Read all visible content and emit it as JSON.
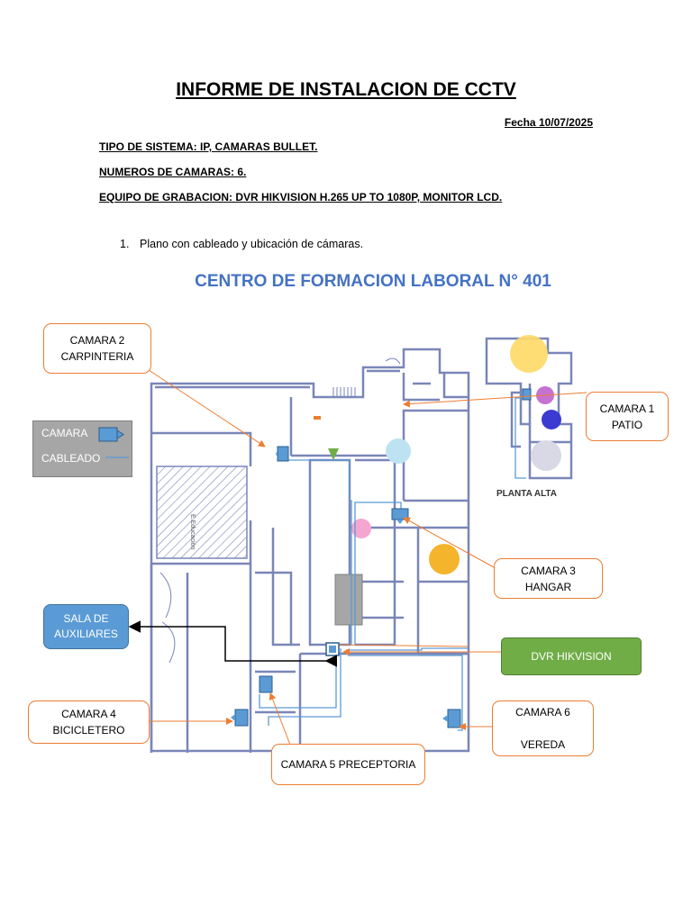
{
  "document": {
    "title": "INFORME DE INSTALACION DE CCTV",
    "date": "Fecha 10/07/2025",
    "system_type": "TIPO DE SISTEMA: IP, CAMARAS BULLET.",
    "camera_count": "NUMEROS DE CAMARAS: 6.",
    "recording_equipment": "EQUIPO DE GRABACION: DVR HIKVISION H.265 UP TO 1080P, MONITOR LCD.",
    "list_number": "1.",
    "list_item": "Plano con cableado y ubicación de cámaras."
  },
  "plan": {
    "heading": "CENTRO DE FORMACION LABORAL N° 401",
    "floor_label": "PLANTA ALTA",
    "room_label": "E.Educación"
  },
  "legend": {
    "camera_label": "CAMARA",
    "cable_label": "CABLEADO",
    "camera_icon": "camera-icon"
  },
  "callouts": {
    "cam1": "CAMARA 1\nPATIO",
    "cam2": "CAMARA 2\nCARPINTERIA",
    "cam3": "CAMARA 3\nHANGAR",
    "cam4": "CAMARA 4\nBICICLETERO",
    "cam5": "CAMARA 5 PRECEPTORIA",
    "cam6": "CAMARA 6\n\nVEREDA",
    "sala": "SALA DE\nAUXILIARES",
    "dvr": "DVR HIKVISION"
  },
  "colors": {
    "callout_border": "#ed7d31",
    "heading_blue": "#4472c4",
    "camera_blue": "#5b9bd5",
    "dvr_green": "#70ad47",
    "legend_gray": "#a6a6a6",
    "wall_blue": "#7a86b8"
  }
}
